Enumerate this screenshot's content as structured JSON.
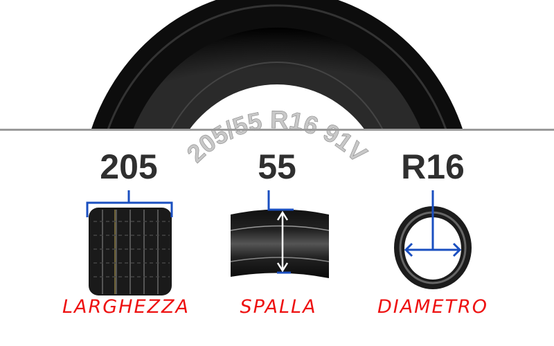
{
  "tire_code": "205/55 R16 91V",
  "sections": [
    {
      "value": "205",
      "label": "LARGHEZZA"
    },
    {
      "value": "55",
      "label": "SPALLA"
    },
    {
      "value": "R16",
      "label": "DIAMETRO"
    }
  ],
  "colors": {
    "accent_blue": "#1a4fc0",
    "label_red": "#ee1111",
    "number_dark": "#2f2f2f"
  }
}
